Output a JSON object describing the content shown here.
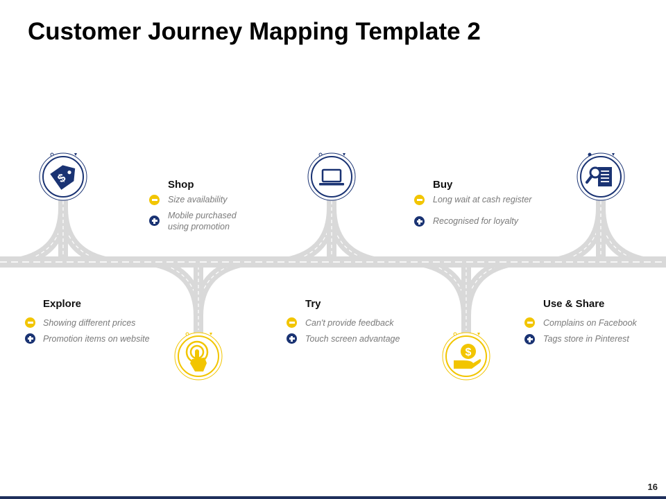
{
  "title": "Customer Journey Mapping Template 2",
  "page_number": "16",
  "colors": {
    "navy": "#1a3373",
    "yellow": "#f2c500",
    "road": "#d9d9d9"
  },
  "stages": [
    {
      "title": "Explore",
      "icon": "pointing-hand-icon",
      "points": [
        {
          "type": "minus",
          "text": "Showing different prices"
        },
        {
          "type": "plus",
          "text": "Promotion items on website"
        }
      ]
    },
    {
      "title": "Shop",
      "icon": "price-tag-icon",
      "points": [
        {
          "type": "minus",
          "text": "Size availability"
        },
        {
          "type": "plus",
          "text": "Mobile purchased using promotion"
        }
      ]
    },
    {
      "title": "Try",
      "icon": "touch-icon",
      "points": [
        {
          "type": "minus",
          "text": "Can't provide feedback"
        },
        {
          "type": "plus",
          "text": "Touch screen advantage"
        }
      ]
    },
    {
      "title": "Buy",
      "icon": "laptop-icon",
      "points": [
        {
          "type": "minus",
          "text": "Long wait at cash register"
        },
        {
          "type": "plus",
          "text": "Recognised for loyalty"
        }
      ]
    },
    {
      "title": "Use & Share",
      "icon": "coin-hand-icon",
      "points": [
        {
          "type": "minus",
          "text": "Complains on Facebook"
        },
        {
          "type": "plus",
          "text": "Tags store in Pinterest"
        }
      ]
    },
    {
      "title": "",
      "icon": "document-search-icon",
      "points": []
    }
  ]
}
